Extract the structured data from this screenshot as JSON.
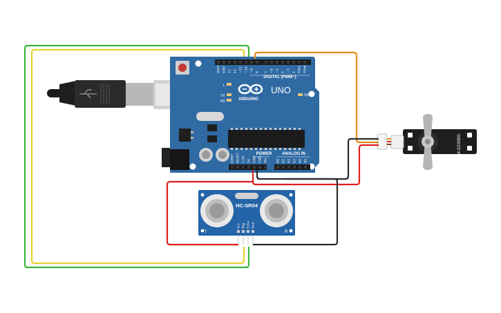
{
  "board": {
    "brand": "ARDUINO",
    "model": "UNO",
    "on_label": "ON",
    "l_label": "L",
    "tx_label": "TX",
    "rx_label": "RX",
    "digital_header": "DIGITAL (PWM~)",
    "power_header": "POWER",
    "analog_header": "ANALOG IN",
    "digital_pins": [
      "AREF",
      "GND",
      "13",
      "12",
      "~11",
      "~10",
      "~9",
      "8",
      "7",
      "~6",
      "~5",
      "4",
      "~3",
      "2",
      "TX▸1",
      "RX◂0"
    ],
    "power_pins": [
      "IOREF",
      "RESET",
      "3.3V",
      "5V",
      "GND",
      "GND",
      "Vin"
    ],
    "analog_pins": [
      "A0",
      "A1",
      "A2",
      "A3",
      "A4",
      "A5"
    ]
  },
  "sensor": {
    "name": "HC-SR04",
    "left_mark": "T",
    "right_mark": "R",
    "pins": [
      "Vcc",
      "Trig",
      "Echo",
      "Gnd"
    ]
  },
  "servo": {
    "model": "SM-S2309S"
  },
  "colors": {
    "board": "#2f6aa3",
    "sensor": "#2464a8",
    "wire_green": "#3bb53b",
    "wire_yellow": "#e6d22e",
    "wire_orange": "#e48a1e",
    "wire_red": "#dc1f1f",
    "wire_black": "#2a2a2a"
  }
}
